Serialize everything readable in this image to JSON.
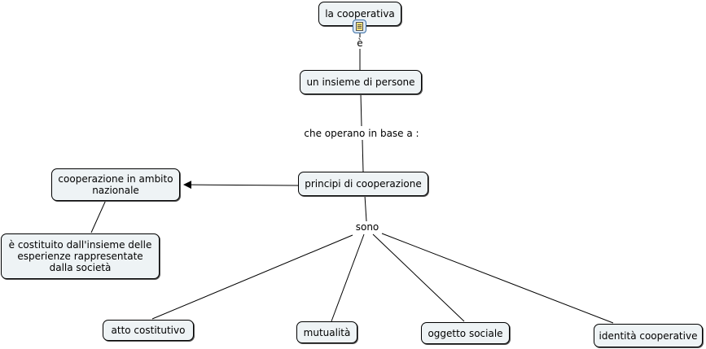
{
  "concept_map": {
    "nodes": {
      "la_cooperativa": {
        "label": "la cooperativa"
      },
      "insieme_persone": {
        "label": "un insieme di persone"
      },
      "principi": {
        "label": "principi di cooperazione"
      },
      "cooperazione_nazionale": {
        "label": "cooperazione in ambito nazionale",
        "lines": [
          "cooperazione in ambito",
          "nazionale"
        ]
      },
      "costituito": {
        "label": "è costituito dall'insieme delle esperienze rappresentate dalla società",
        "lines": [
          "è costituito dall'insieme delle",
          "esperienze rappresentate",
          "dalla società"
        ]
      },
      "atto_costitutivo": {
        "label": "atto costitutivo"
      },
      "mutualita": {
        "label": "mutualità"
      },
      "oggetto_sociale": {
        "label": "oggetto sociale"
      },
      "identita": {
        "label": "identità cooperative"
      }
    },
    "link_labels": {
      "e": "è",
      "che_operano": "che operano in base a :",
      "sono": "sono"
    },
    "icons": {
      "attached_document": "document-icon"
    },
    "colors": {
      "node_fill": "#eef3f5",
      "node_border": "#000000",
      "line": "#000000",
      "background": "#ffffff"
    }
  }
}
